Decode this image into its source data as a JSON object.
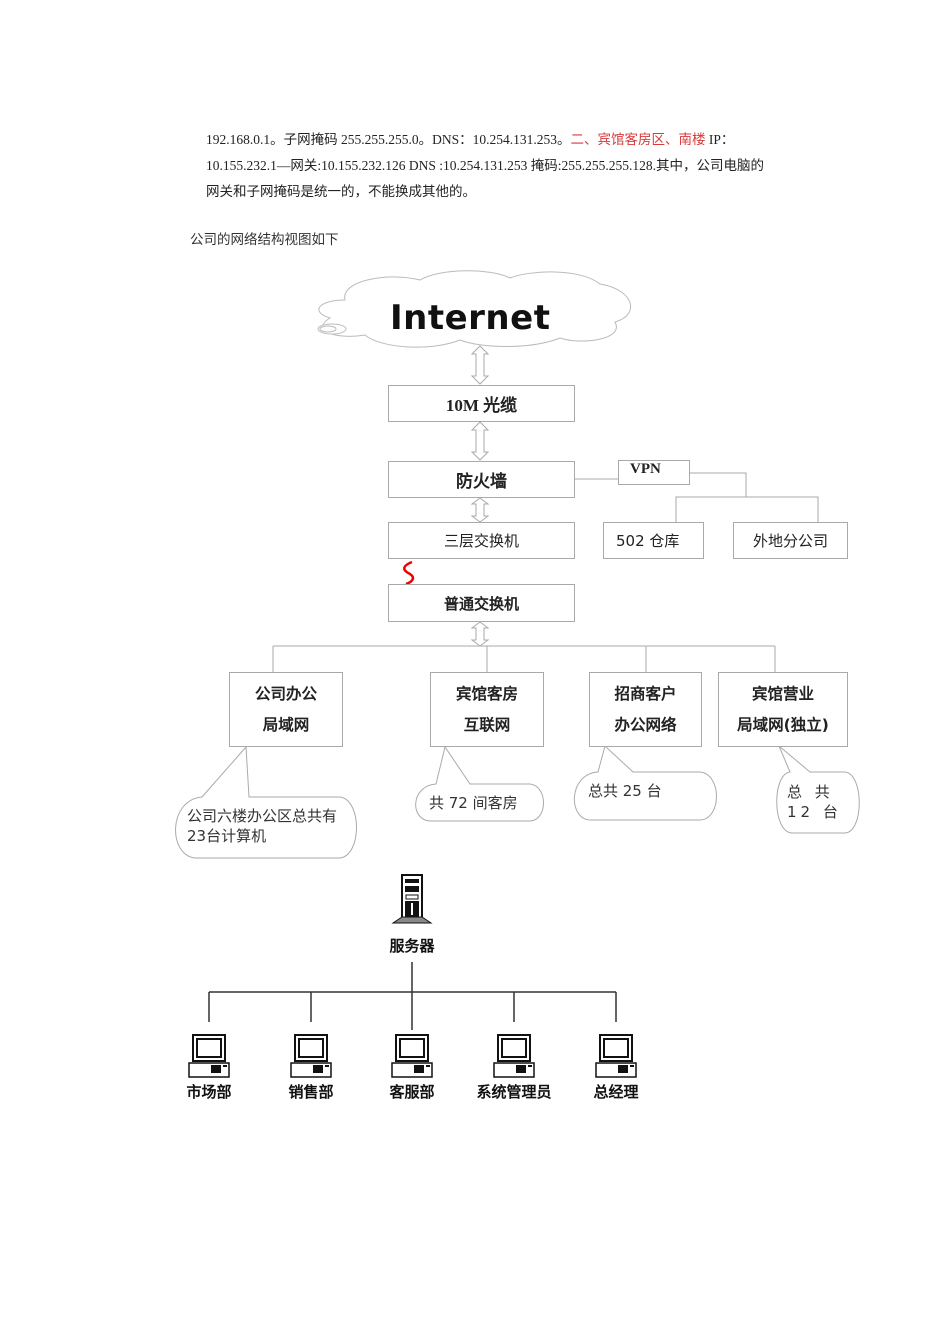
{
  "paragraph": {
    "line1_a": "192.168.0.1。子网掩码 255.255.255.0。DNS：10.254.131.253。",
    "line1_red": "二、宾馆客房区、南楼",
    "line1_b": " IP：",
    "line2": "10.155.232.1—网关:10.155.232.126 DNS :10.254.131.253 掩码:255.255.255.128.其中，公司电脑的",
    "line3": "网关和子网掩码是统一的，不能换成其他的。"
  },
  "caption": "公司的网络结构视图如下",
  "diagram": {
    "internet_label": "Internet",
    "fiber": "10M 光缆",
    "firewall": "防火墙",
    "vpn": "VPN",
    "l3_switch": "三层交换机",
    "warehouse": "502 仓库",
    "branch": "外地分公司",
    "switch": "普通交换机",
    "networks": [
      {
        "line1": "公司办公",
        "line2": "局域网"
      },
      {
        "line1": "宾馆客房",
        "line2": "互联网"
      },
      {
        "line1": "招商客户",
        "line2": "办公网络"
      },
      {
        "line1": "宾馆营业",
        "line2": "局域网(独立)"
      }
    ],
    "callouts": [
      "公司六楼办公区总共有23台计算机",
      "共 72 间客房",
      "总共 25 台",
      "总 共 12 台"
    ]
  },
  "server_diagram": {
    "server_label": "服务器",
    "clients": [
      "市场部",
      "销售部",
      "客服部",
      "系统管理员",
      "总经理"
    ]
  }
}
